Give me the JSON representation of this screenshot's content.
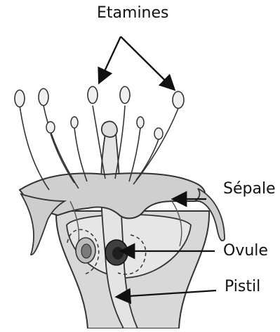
{
  "labels": {
    "etamines": "Etamines",
    "sepale": "Sépale",
    "ovule": "Ovule",
    "pistil": "Pistil"
  },
  "colors": {
    "background": "#ffffff",
    "ink": "#222222",
    "tissue": "#d2d2d2",
    "tissue_light": "#e8e8e8",
    "ovule_dark": "#3a3a3a"
  }
}
